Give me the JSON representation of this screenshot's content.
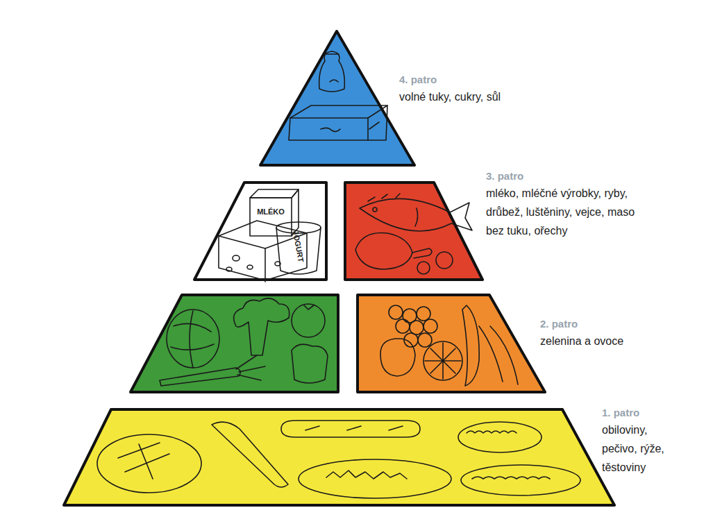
{
  "diagram": {
    "nodes": [
      {
        "text": [
          "4. patro",
          "volné tuky, cukry, sůl"
        ]
      },
      {
        "text": [
          "3. patro",
          "mléko, mléčné výrobky, ryby, drůbež, luštěniny, vejce, maso bez tuku, ořechy"
        ]
      },
      {
        "text": [
          "2. patro",
          "zelenina a ovoce"
        ]
      },
      {
        "text": [
          "1. patro",
          "obiloviny, pečivo, rýže, těstoviny"
        ]
      }
    ],
    "labels": [
      "MLÉKO",
      "JOGURT"
    ]
  }
}
